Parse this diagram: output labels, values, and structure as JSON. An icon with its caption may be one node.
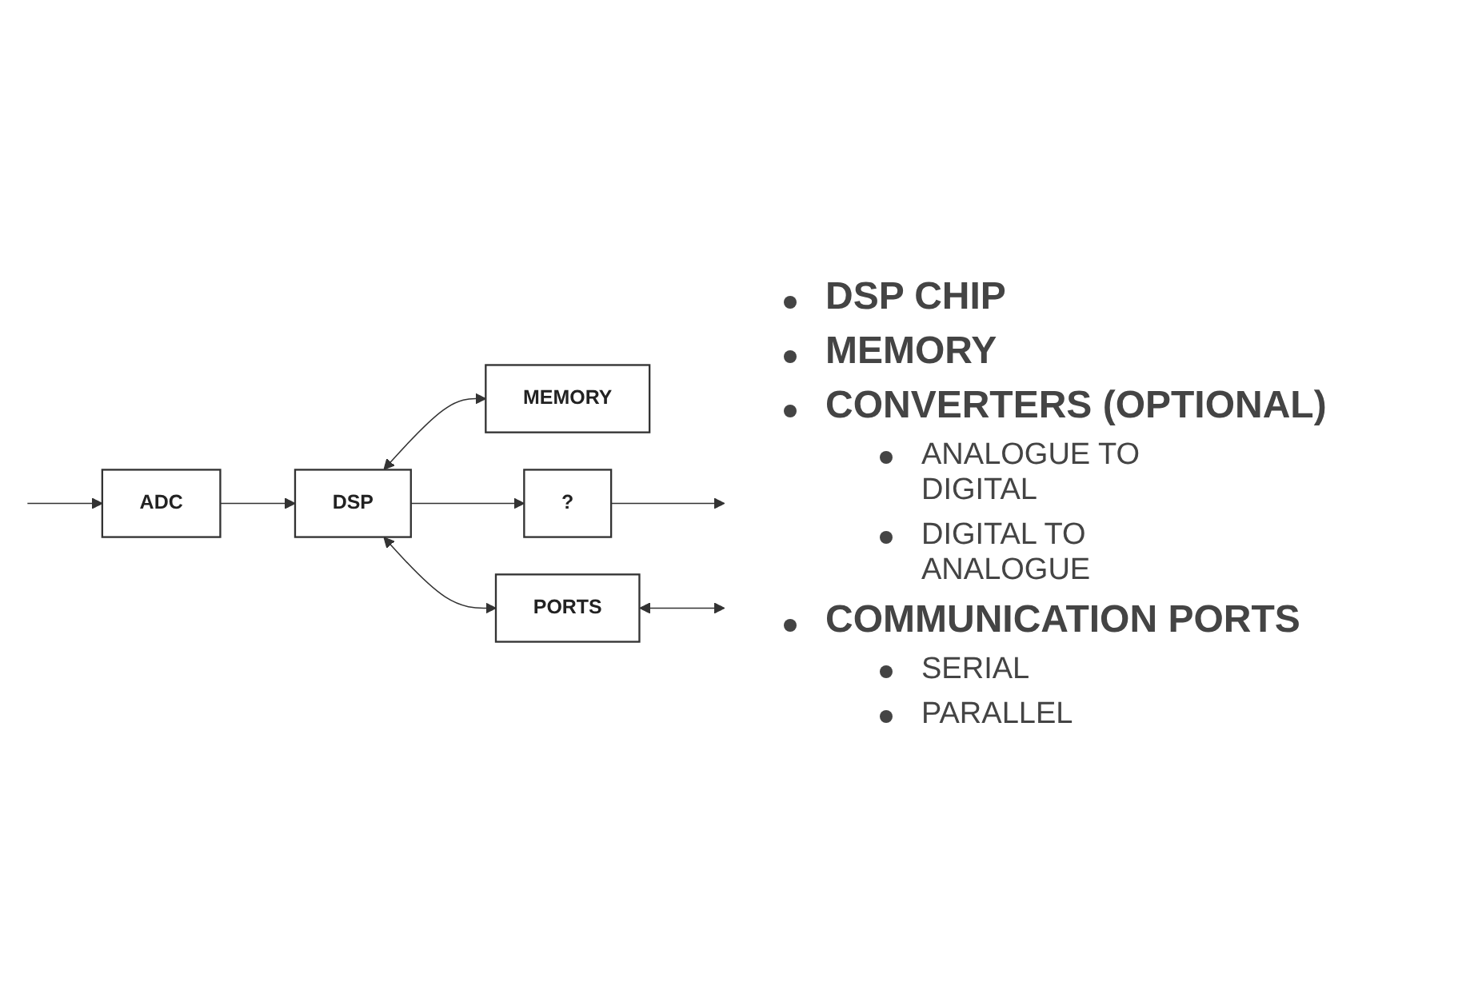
{
  "diagram": {
    "nodes": [
      {
        "text": [
          "DSP"
        ]
      },
      {
        "text": [
          "MEMORY"
        ]
      },
      {
        "text": [
          "ADC"
        ]
      },
      {
        "text": [
          "?"
        ]
      },
      {
        "text": [
          "PORTS"
        ]
      }
    ],
    "edges": [
      {
        "from": 0,
        "to": 1,
        "arrow": "both"
      },
      {
        "from": 2,
        "to": 0,
        "arrow": "to"
      },
      {
        "from": null,
        "to": 2,
        "arrow": "to"
      },
      {
        "from": 0,
        "to": 3,
        "arrow": "to"
      },
      {
        "from": 3,
        "to": null,
        "arrow": "to"
      },
      {
        "from": 0,
        "to": 4,
        "arrow": "both"
      },
      {
        "from": 4,
        "to": null,
        "arrow": "both"
      }
    ],
    "labels": [
      "DSP CHIP",
      "MEMORY",
      "CONVERTERS (OPTIONAL)",
      "ANALOGUE TO DIGITAL",
      "DIGITAL TO ANALOGUE",
      "COMMUNICATION PORTS",
      "SERIAL",
      "PARALLEL"
    ]
  }
}
